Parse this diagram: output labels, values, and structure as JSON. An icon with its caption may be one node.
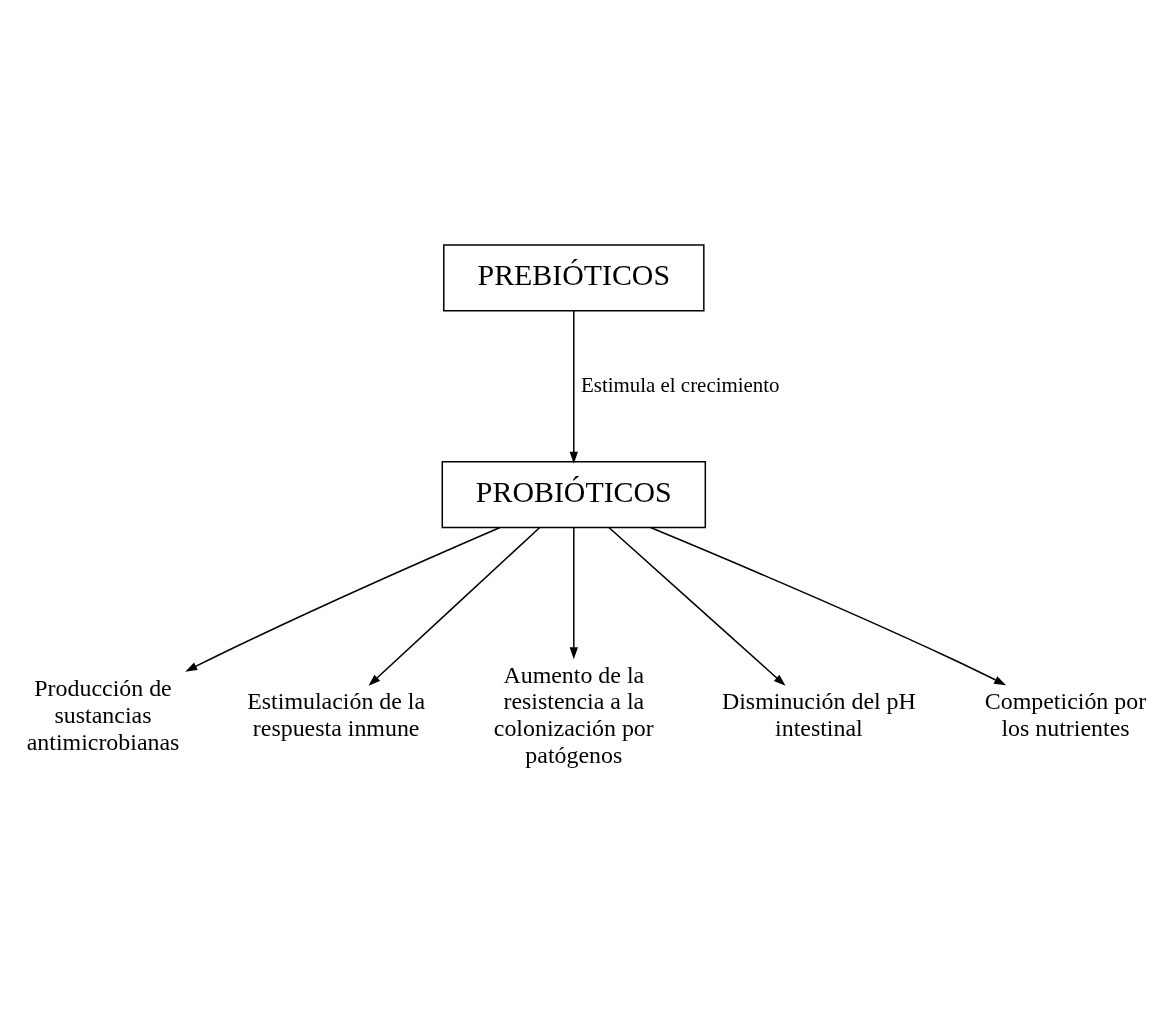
{
  "diagram": {
    "nodes": [
      {
        "text": [
          "PREBIÓTICOS"
        ]
      },
      {
        "text": [
          "PROBIÓTICOS"
        ]
      },
      {
        "text": [
          "Producción de sustancias antimicrobianas"
        ]
      },
      {
        "text": [
          "Estimulación de la respuesta inmune"
        ]
      },
      {
        "text": [
          "Aumento de la resistencia a la colonización por patógenos"
        ]
      },
      {
        "text": [
          "Disminución del pH intestinal"
        ]
      },
      {
        "text": [
          "Competición por los nutrientes"
        ]
      }
    ],
    "edges": [
      {
        "from": 0,
        "to": 1,
        "arrow": "to",
        "label": "Estimula el crecimiento"
      },
      {
        "from": 1,
        "to": 2,
        "arrow": "to"
      },
      {
        "from": 1,
        "to": 4,
        "arrow": "to"
      },
      {
        "from": 1,
        "to": 5,
        "arrow": "to"
      },
      {
        "from": 1,
        "to": 6,
        "arrow": "to"
      },
      {
        "from": 1,
        "to": 3,
        "arrow": "to"
      }
    ]
  }
}
